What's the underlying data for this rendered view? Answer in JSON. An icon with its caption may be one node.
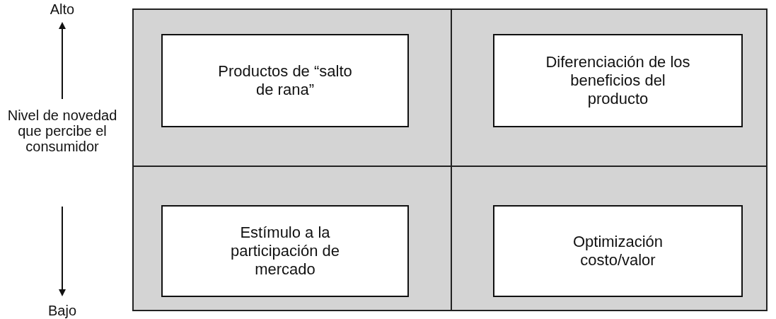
{
  "diagram": {
    "nodes": [
      {
        "text": [
          "Productos de “salto de rana”"
        ]
      },
      {
        "text": [
          "Diferenciación de los beneficios del producto"
        ]
      },
      {
        "text": [
          "Estímulo a la participación de mercado"
        ]
      },
      {
        "text": [
          "Optimización costo/valor"
        ]
      }
    ],
    "labels": [
      "Alto",
      "Nivel de novedad que percibe el consumidor",
      "Bajo"
    ]
  }
}
